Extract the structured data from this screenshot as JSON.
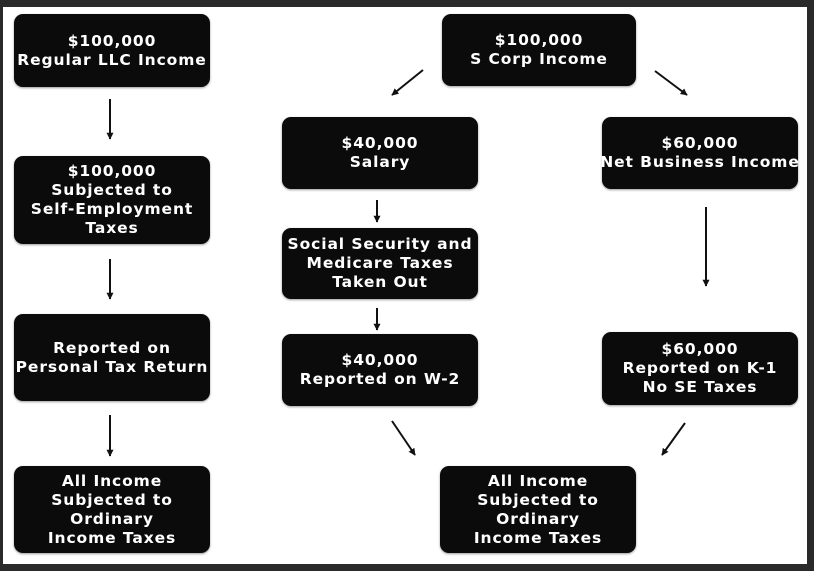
{
  "colors": {
    "box_fill": "#0b0b0b",
    "box_text": "#ffffff",
    "arrow": "#111111",
    "background": "#ffffff",
    "frame": "#2a2a2a"
  },
  "llc": {
    "income": [
      "$100,000",
      "Regular LLC Income"
    ],
    "se_taxes": [
      "$100,000",
      "Subjected to",
      "Self-Employment",
      "Taxes"
    ],
    "reported": [
      "Reported on",
      "Personal Tax Return"
    ],
    "ordinary": [
      "All Income",
      "Subjected to",
      "Ordinary",
      "Income Taxes"
    ]
  },
  "scorp": {
    "income": [
      "$100,000",
      "S Corp Income"
    ],
    "salary": [
      "$40,000",
      "Salary"
    ],
    "ss_medicare": [
      "Social Security and",
      "Medicare Taxes",
      "Taken Out"
    ],
    "w2": [
      "$40,000",
      "Reported on W-2"
    ],
    "net_business": [
      "$60,000",
      "Net Business Income"
    ],
    "k1": [
      "$60,000",
      "Reported on K-1",
      "No SE Taxes"
    ],
    "ordinary": [
      "All Income",
      "Subjected to",
      "Ordinary",
      "Income Taxes"
    ]
  }
}
